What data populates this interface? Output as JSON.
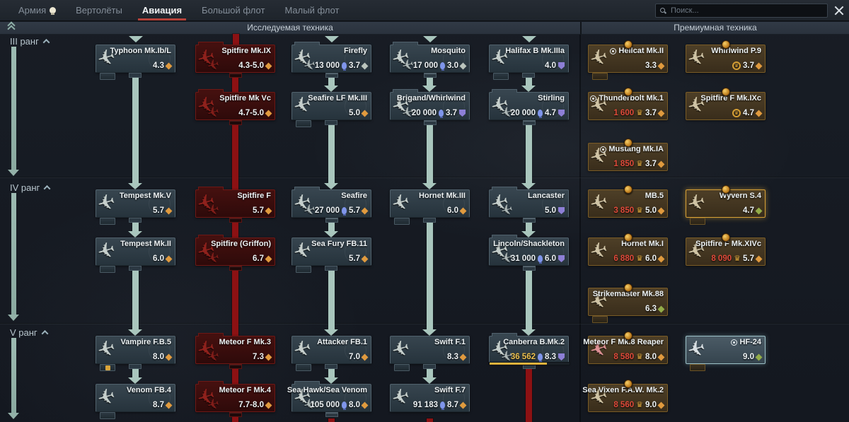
{
  "topbar": {
    "tabs": [
      {
        "label": "Армия",
        "active": false
      },
      {
        "label": "Вертолёты",
        "active": false
      },
      {
        "label": "Авиация",
        "active": true
      },
      {
        "label": "Большой флот",
        "active": false
      },
      {
        "label": "Малый флот",
        "active": false
      }
    ],
    "search_placeholder": "Поиск..."
  },
  "headers": {
    "research": "Исследуемая техника",
    "premium": "Премиумная техника"
  },
  "ranks": [
    {
      "label": "III ранг"
    },
    {
      "label": "IV ранг"
    },
    {
      "label": "V ранг"
    }
  ],
  "colors": {
    "accent_red": "#b5423a",
    "teal_arrow": "#a9c6bd",
    "red_line": "#8c1113",
    "premium_gold": "#d7a035",
    "rp_blue": "#7f95ea",
    "br": {
      "orange": "#e09a3e",
      "purple": "#8d7fd6",
      "silver": "#bac4bd",
      "green": "#93ac48"
    }
  },
  "vehicles": [
    {
      "id": "typhoon",
      "name": "Typhoon Mk.Ib/L",
      "col": "c1",
      "row": "r1",
      "style": "normal",
      "br": "4.3",
      "br_shape": "diamond",
      "br_color": "orange",
      "mini": true
    },
    {
      "id": "tempest-v",
      "name": "Tempest Mk.V",
      "col": "c1",
      "row": "r3",
      "style": "normal",
      "br": "5.7",
      "br_shape": "diamond",
      "br_color": "orange",
      "mini": true
    },
    {
      "id": "tempest-ii",
      "name": "Tempest Mk.II",
      "col": "c1",
      "row": "r4",
      "style": "normal",
      "br": "6.0",
      "br_shape": "diamond",
      "br_color": "orange",
      "mini": true
    },
    {
      "id": "vampire",
      "name": "Vampire F.B.5",
      "col": "c1",
      "row": "r6",
      "style": "normal",
      "br": "8.0",
      "br_shape": "diamond",
      "br_color": "orange",
      "mini": "gold"
    },
    {
      "id": "venom",
      "name": "Venom FB.4",
      "col": "c1",
      "row": "r7",
      "style": "normal",
      "br": "8.7",
      "br_shape": "diamond",
      "br_color": "orange",
      "mini": true
    },
    {
      "id": "spit-ix",
      "name": "Spitfire Mk.IX",
      "col": "c2",
      "row": "r1",
      "style": "red",
      "folder": true,
      "br": "4.3-5.0",
      "br_shape": "diamond",
      "br_color": "orange"
    },
    {
      "id": "spit-vc",
      "name": "Spitfire Mk Vc",
      "col": "c2",
      "row": "r2",
      "style": "red",
      "folder": true,
      "br": "4.7-5.0",
      "br_shape": "diamond",
      "br_color": "orange"
    },
    {
      "id": "spit-f",
      "name": "Spitfire F",
      "col": "c2",
      "row": "r3",
      "style": "red",
      "folder": true,
      "br": "5.7",
      "br_shape": "diamond",
      "br_color": "orange"
    },
    {
      "id": "spit-griffon",
      "name": "Spitfire (Griffon)",
      "col": "c2",
      "row": "r4",
      "style": "red",
      "folder": true,
      "br": "6.7",
      "br_shape": "diamond",
      "br_color": "orange"
    },
    {
      "id": "meteor-3",
      "name": "Meteor F Mk.3",
      "col": "c2",
      "row": "r6",
      "style": "red",
      "folder": true,
      "br": "7.3",
      "br_shape": "diamond",
      "br_color": "orange"
    },
    {
      "id": "meteor-4",
      "name": "Meteor F Mk.4",
      "col": "c2",
      "row": "r7",
      "style": "red",
      "folder": true,
      "br": "7.7-8.0",
      "br_shape": "diamond",
      "br_color": "orange"
    },
    {
      "id": "firefly",
      "name": "Firefly",
      "col": "c3",
      "row": "r1",
      "style": "normal",
      "folder": true,
      "cost": "13 000",
      "cost_icon": "rp",
      "cost_color": "white",
      "br": "3.7",
      "br_shape": "diamond",
      "br_color": "silver"
    },
    {
      "id": "seafire-lf",
      "name": "Seafire LF Mk.III",
      "col": "c3",
      "row": "r2",
      "style": "normal",
      "br": "5.0",
      "br_shape": "diamond",
      "br_color": "orange",
      "mini": true
    },
    {
      "id": "seafire",
      "name": "Seafire",
      "col": "c3",
      "row": "r3",
      "style": "normal",
      "folder": true,
      "cost": "27 000",
      "cost_icon": "rp",
      "cost_color": "white",
      "br": "5.7",
      "br_shape": "diamond",
      "br_color": "orange"
    },
    {
      "id": "sea-fury",
      "name": "Sea Fury FB.11",
      "col": "c3",
      "row": "r4",
      "style": "normal",
      "br": "5.7",
      "br_shape": "diamond",
      "br_color": "orange",
      "mini": true
    },
    {
      "id": "attacker",
      "name": "Attacker FB.1",
      "col": "c3",
      "row": "r6",
      "style": "normal",
      "br": "7.0",
      "br_shape": "diamond",
      "br_color": "orange",
      "mini": true
    },
    {
      "id": "seahawk",
      "name": "Sea Hawk/Sea Venom",
      "col": "c3",
      "row": "r7",
      "style": "normal",
      "folder": true,
      "cost": "105 000",
      "cost_icon": "rp",
      "cost_color": "white",
      "br": "8.0",
      "br_shape": "diamond",
      "br_color": "orange"
    },
    {
      "id": "mosquito",
      "name": "Mosquito",
      "col": "c4",
      "row": "r1",
      "style": "normal",
      "folder": true,
      "cost": "17 000",
      "cost_icon": "rp",
      "cost_color": "white",
      "br": "3.0",
      "br_shape": "diamond",
      "br_color": "silver"
    },
    {
      "id": "brigand",
      "name": "Brigand/Whirlwind",
      "col": "c4",
      "row": "r2",
      "style": "normal",
      "folder": true,
      "cost": "20 000",
      "cost_icon": "rp",
      "cost_color": "white",
      "br": "3.7",
      "br_shape": "shield",
      "br_color": "purple"
    },
    {
      "id": "hornet-iii",
      "name": "Hornet Mk.III",
      "col": "c4",
      "row": "r3",
      "style": "normal",
      "br": "6.0",
      "br_shape": "diamond",
      "br_color": "orange",
      "mini": true
    },
    {
      "id": "swift-f1",
      "name": "Swift F.1",
      "col": "c4",
      "row": "r6",
      "style": "normal",
      "br": "8.3",
      "br_shape": "diamond",
      "br_color": "orange",
      "mini": true
    },
    {
      "id": "swift-f7",
      "name": "Swift F.7",
      "col": "c4",
      "row": "r7",
      "style": "normal",
      "cost": "91 183",
      "cost_icon": "rp",
      "cost_color": "white",
      "br": "8.7",
      "br_shape": "diamond",
      "br_color": "orange"
    },
    {
      "id": "halifax",
      "name": "Halifax B Mk.IIIa",
      "col": "c5",
      "row": "r1",
      "style": "normal",
      "br": "4.0",
      "br_shape": "shield",
      "br_color": "purple",
      "mini": true
    },
    {
      "id": "stirling",
      "name": "Stirling",
      "col": "c5",
      "row": "r2",
      "style": "normal",
      "folder": true,
      "cost": "20 000",
      "cost_icon": "rp",
      "cost_color": "white",
      "br": "4.7",
      "br_shape": "shield",
      "br_color": "purple"
    },
    {
      "id": "lancaster",
      "name": "Lancaster",
      "col": "c5",
      "row": "r3",
      "style": "normal",
      "folder": true,
      "br": "5.0",
      "br_shape": "shield",
      "br_color": "purple"
    },
    {
      "id": "lincoln",
      "name": "Lincoln/Shackleton",
      "col": "c5",
      "row": "r4",
      "style": "normal",
      "folder": true,
      "cost": "31 000",
      "cost_icon": "rp",
      "cost_color": "white",
      "br": "6.0",
      "br_shape": "shield",
      "br_color": "purple"
    },
    {
      "id": "canberra",
      "name": "Canberra B.Mk.2",
      "col": "c5",
      "row": "r6",
      "style": "normal",
      "folder": true,
      "cost": "36 562",
      "cost_icon": "rp",
      "cost_color": "gold",
      "br": "8.3",
      "br_shape": "shield",
      "br_color": "purple",
      "progress": 0.72
    },
    {
      "id": "hellcat",
      "name": "Hellcat Mk.II",
      "col": "c6",
      "row": "r1",
      "style": "premium",
      "roundel": true,
      "br": "3.3",
      "br_shape": "diamond",
      "br_color": "orange",
      "mini": true
    },
    {
      "id": "thunderbolt",
      "name": "Thunderbolt Mk.1",
      "col": "c6",
      "row": "r2",
      "style": "premium",
      "roundel": true,
      "cost": "1 600",
      "cost_icon": "crown",
      "cost_color": "red",
      "br": "3.7",
      "br_shape": "diamond",
      "br_color": "orange"
    },
    {
      "id": "mustang",
      "name": "Mustang Mk.IA",
      "col": "c6",
      "row": "r2b",
      "style": "premium",
      "roundel": true,
      "cost": "1 850",
      "cost_icon": "crown",
      "cost_color": "red",
      "br": "3.7",
      "br_shape": "diamond",
      "br_color": "orange"
    },
    {
      "id": "mb5",
      "name": "MB.5",
      "col": "c6",
      "row": "r3",
      "style": "premium",
      "cost": "3 850",
      "cost_icon": "crown",
      "cost_color": "red",
      "br": "5.0",
      "br_shape": "diamond",
      "br_color": "orange"
    },
    {
      "id": "hornet-i",
      "name": "Hornet Mk.I",
      "col": "c6",
      "row": "r4",
      "style": "premium",
      "cost": "6 880",
      "cost_icon": "crown",
      "cost_color": "red",
      "br": "6.0",
      "br_shape": "diamond",
      "br_color": "orange"
    },
    {
      "id": "strikemaster",
      "name": "Strikemaster Mk.88",
      "col": "c6",
      "row": "r5",
      "style": "premium",
      "br": "6.3",
      "br_shape": "diamond",
      "br_color": "green",
      "mini": true
    },
    {
      "id": "reaper",
      "name": "Meteor F Mk.8 Reaper",
      "col": "c6",
      "row": "r6",
      "style": "premium",
      "plane": "pink",
      "cost": "8 580",
      "cost_icon": "crown",
      "cost_color": "red",
      "br": "8.0",
      "br_shape": "diamond",
      "br_color": "orange"
    },
    {
      "id": "seavixen",
      "name": "Sea Vixen F.A.W. Mk.2",
      "col": "c6",
      "row": "r7",
      "style": "premium",
      "cost": "8 560",
      "cost_icon": "crown",
      "cost_color": "red",
      "br": "9.0",
      "br_shape": "diamond",
      "br_color": "orange"
    },
    {
      "id": "whirlwind-p9",
      "name": "Whirlwind P.9",
      "col": "c7",
      "row": "r1",
      "style": "premium",
      "ge_badge": true,
      "br": "3.7",
      "br_shape": "diamond",
      "br_color": "orange"
    },
    {
      "id": "spit-ixc",
      "name": "Spitfire F Mk.IXc",
      "col": "c7",
      "row": "r2",
      "style": "premium",
      "ge_badge": true,
      "br": "4.7",
      "br_shape": "diamond",
      "br_color": "orange"
    },
    {
      "id": "wyvern",
      "name": "Wyvern S.4",
      "col": "c7",
      "row": "r3",
      "style": "premium",
      "highlight": true,
      "br": "4.7",
      "br_shape": "diamond",
      "br_color": "green",
      "mini": true
    },
    {
      "id": "spit-xivc",
      "name": "Spitfire F Mk.XIVc",
      "col": "c7",
      "row": "r4",
      "style": "premium",
      "cost": "8 090",
      "cost_icon": "crown",
      "cost_color": "red",
      "br": "5.7",
      "br_shape": "diamond",
      "br_color": "orange"
    },
    {
      "id": "hf24",
      "name": "HF-24",
      "col": "c7",
      "row": "r6",
      "style": "selected",
      "roundel": true,
      "br": "9.0",
      "br_shape": "diamond",
      "br_color": "green",
      "mini": true
    }
  ],
  "connections": [
    {
      "type": "entry-marker",
      "col": "c1"
    },
    {
      "type": "entry-marker",
      "col": "c3"
    },
    {
      "type": "entry-marker",
      "col": "c4"
    },
    {
      "type": "entry-marker",
      "col": "c5"
    },
    {
      "type": "entry-line",
      "col": "c2",
      "color": "red"
    },
    {
      "type": "arrow",
      "from": "typhoon",
      "to": "tempest-v"
    },
    {
      "type": "arrow",
      "from": "tempest-v",
      "to": "tempest-ii"
    },
    {
      "type": "arrow",
      "from": "tempest-ii",
      "to": "vampire"
    },
    {
      "type": "arrow",
      "from": "vampire",
      "to": "venom"
    },
    {
      "type": "arrow",
      "from": "firefly",
      "to": "seafire-lf"
    },
    {
      "type": "arrow",
      "from": "seafire-lf",
      "to": "seafire"
    },
    {
      "type": "arrow",
      "from": "seafire",
      "to": "sea-fury"
    },
    {
      "type": "arrow",
      "from": "sea-fury",
      "to": "attacker"
    },
    {
      "type": "arrow",
      "from": "attacker",
      "to": "seahawk"
    },
    {
      "type": "arrow",
      "from": "mosquito",
      "to": "brigand"
    },
    {
      "type": "arrow",
      "from": "brigand",
      "to": "hornet-iii"
    },
    {
      "type": "arrow",
      "from": "hornet-iii",
      "to": "swift-f1"
    },
    {
      "type": "arrow",
      "from": "swift-f1",
      "to": "swift-f7"
    },
    {
      "type": "arrow",
      "from": "halifax",
      "to": "stirling"
    },
    {
      "type": "arrow",
      "from": "stirling",
      "to": "lancaster"
    },
    {
      "type": "arrow",
      "from": "lancaster",
      "to": "lincoln"
    },
    {
      "type": "arrow",
      "from": "lincoln",
      "to": "canberra"
    },
    {
      "type": "line",
      "from": "spit-ix",
      "to": "spit-vc",
      "color": "red"
    },
    {
      "type": "line",
      "from": "spit-vc",
      "to": "spit-f",
      "color": "red"
    },
    {
      "type": "line",
      "from": "spit-f",
      "to": "spit-griffon",
      "color": "red"
    },
    {
      "type": "line",
      "from": "spit-griffon",
      "to": "meteor-3",
      "color": "red"
    },
    {
      "type": "line",
      "from": "meteor-3",
      "to": "meteor-4",
      "color": "red"
    },
    {
      "type": "line-out",
      "from": "meteor-4",
      "color": "red"
    },
    {
      "type": "line-out",
      "from": "canberra",
      "color": "red"
    },
    {
      "type": "stub-out",
      "from": "seahawk",
      "color": "red"
    },
    {
      "type": "stub-out",
      "from": "swift-f7",
      "color": "red"
    }
  ]
}
